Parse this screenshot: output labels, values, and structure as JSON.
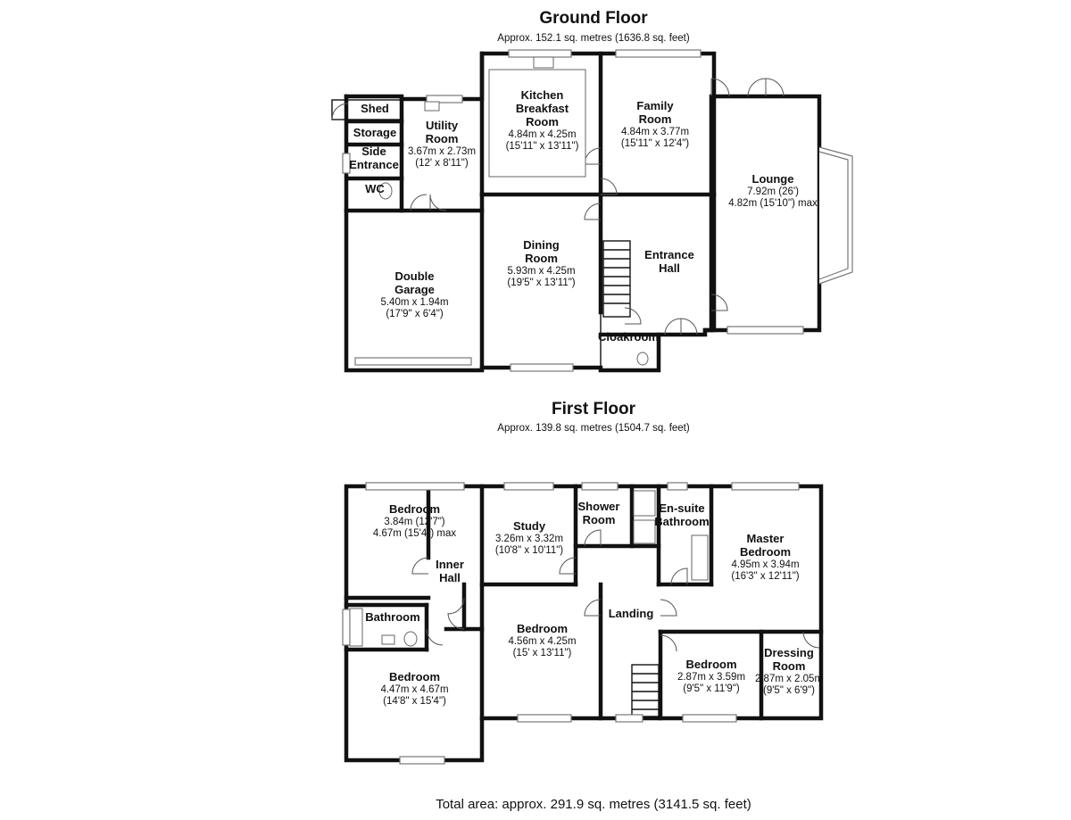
{
  "ground_floor": {
    "title": "Ground Floor",
    "area": "Approx. 152.1 sq. metres (1636.8 sq. feet)",
    "rooms": [
      {
        "name": [
          "Shed"
        ],
        "dims": []
      },
      {
        "name": [
          "Storage"
        ],
        "dims": []
      },
      {
        "name": [
          "Side",
          "Entrance"
        ],
        "dims": []
      },
      {
        "name": [
          "WC"
        ],
        "dims": []
      },
      {
        "name": [
          "Utility",
          "Room"
        ],
        "dims": [
          "3.67m x 2.73m",
          "(12' x 8'11\")"
        ]
      },
      {
        "name": [
          "Kitchen",
          "Breakfast",
          "Room"
        ],
        "dims": [
          "4.84m x 4.25m",
          "(15'11\" x 13'11\")"
        ]
      },
      {
        "name": [
          "Family",
          "Room"
        ],
        "dims": [
          "4.84m x 3.77m",
          "(15'11\" x 12'4\")"
        ]
      },
      {
        "name": [
          "Lounge"
        ],
        "dims": [
          "7.92m (26')",
          "4.82m (15'10\") max"
        ]
      },
      {
        "name": [
          "Double",
          "Garage"
        ],
        "dims": [
          "5.40m x 1.94m",
          "(17'9\" x 6'4\")"
        ]
      },
      {
        "name": [
          "Dining",
          "Room"
        ],
        "dims": [
          "5.93m x 4.25m",
          "(19'5\" x 13'11\")"
        ]
      },
      {
        "name": [
          "Entrance",
          "Hall"
        ],
        "dims": []
      },
      {
        "name": [
          "Cloakroom"
        ],
        "dims": []
      }
    ]
  },
  "first_floor": {
    "title": "First Floor",
    "area": "Approx. 139.8 sq. metres (1504.7 sq. feet)",
    "rooms": [
      {
        "name": [
          "Bedroom"
        ],
        "dims": [
          "3.84m (12'7\")",
          "4.67m (15'4\") max"
        ]
      },
      {
        "name": [
          "Study"
        ],
        "dims": [
          "3.26m x 3.32m",
          "(10'8\" x 10'11\")"
        ]
      },
      {
        "name": [
          "Shower",
          "Room"
        ],
        "dims": []
      },
      {
        "name": [
          "En-suite",
          "Bathroom"
        ],
        "dims": []
      },
      {
        "name": [
          "Master",
          "Bedroom"
        ],
        "dims": [
          "4.95m x 3.94m",
          "(16'3\" x 12'11\")"
        ]
      },
      {
        "name": [
          "Inner",
          "Hall"
        ],
        "dims": []
      },
      {
        "name": [
          "Bathroom"
        ],
        "dims": []
      },
      {
        "name": [
          "Bedroom"
        ],
        "dims": [
          "4.56m x 4.25m",
          "(15' x 13'11\")"
        ]
      },
      {
        "name": [
          "Landing"
        ],
        "dims": []
      },
      {
        "name": [
          "Bedroom"
        ],
        "dims": [
          "4.47m x 4.67m",
          "(14'8\" x 15'4\")"
        ]
      },
      {
        "name": [
          "Bedroom"
        ],
        "dims": [
          "2.87m x 3.59m",
          "(9'5\" x 11'9\")"
        ]
      },
      {
        "name": [
          "Dressing",
          "Room"
        ],
        "dims": [
          "2.87m x 2.05m",
          "(9'5\" x 6'9\")"
        ]
      }
    ]
  },
  "total_area": "Total area: approx. 291.9 sq. metres (3141.5 sq. feet)"
}
